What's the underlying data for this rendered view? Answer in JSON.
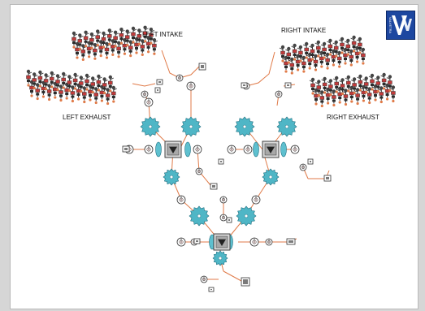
{
  "labels": {
    "left_intake": "LEFT INTAKE",
    "right_intake": "RIGHT INTAKE",
    "left_exhaust": "LEFT EXHAUST",
    "right_exhaust": "RIGHT EXHAUST"
  },
  "logo": {
    "text": "VALVETRA"
  },
  "colors": {
    "page_background": "#ffffff",
    "gear_fill": "#4fb6c6",
    "gear_stroke": "#1f6f80",
    "lens_fill": "#5ec0cf",
    "link_line": "#e07a48",
    "component_stroke": "#333333",
    "component_fill": "#f2dede",
    "logo_background": "#1d47a0"
  },
  "icons": [
    "gear-icon",
    "lens-icon",
    "hub-block-icon",
    "pulley-icon",
    "sensor-icon",
    "valve-train-icon",
    "logo-icon"
  ]
}
